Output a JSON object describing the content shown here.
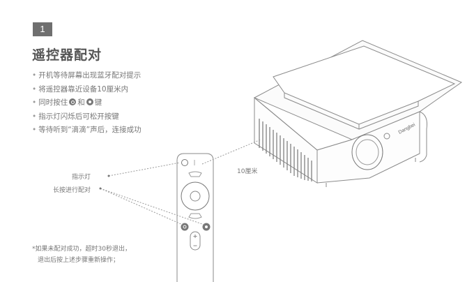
{
  "step": {
    "number": "1"
  },
  "title": "遥控器配对",
  "steps": [
    {
      "bullet": "•",
      "text": "开机等待屏幕出现蓝牙配对提示"
    },
    {
      "bullet": "•",
      "text": "将遥控器靠近设备10厘米内"
    },
    {
      "bullet": "•",
      "before": "同时按住",
      "between": "和",
      "after": "键"
    },
    {
      "bullet": "•",
      "text": "指示灯闪烁后可松开按键"
    },
    {
      "bullet": "•",
      "text": "等待听到“滴滴”声后，连接成功"
    }
  ],
  "callouts": {
    "indicator": "指示灯",
    "long_press": "长按进行配对",
    "distance": "10厘米"
  },
  "projector": {
    "brand": "Dangbei"
  },
  "note": {
    "line1": "*如果未配对成功，超时30秒退出，",
    "line2": "退出后按上述步骤重新操作；"
  },
  "icons": {
    "button_a": "home-ring-icon",
    "button_b": "menu-dot-icon",
    "mic": "microphone-icon"
  }
}
